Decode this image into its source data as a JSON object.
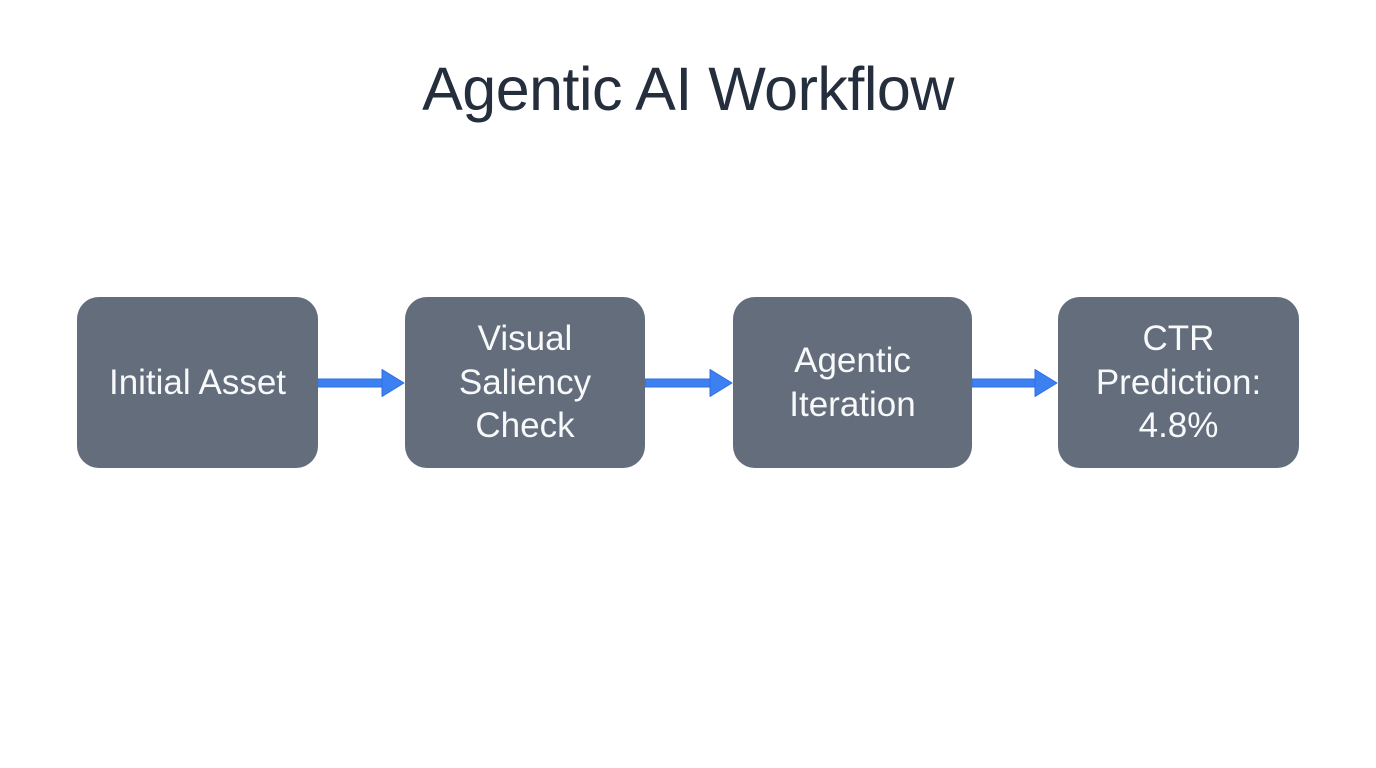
{
  "page": {
    "title": "Agentic AI Workflow"
  },
  "theme": {
    "page_bg": "#ffffff",
    "title_color": "#242e3c",
    "node_fill": "#636d7b",
    "node_text": "#f7f9fa",
    "arrow_fill": "#3d80f2",
    "arrow_stroke": "#2e6fe0"
  },
  "diagram": {
    "type": "flowchart",
    "direction": "left-to-right",
    "nodes": [
      {
        "id": "initial-asset",
        "label": "Initial Asset"
      },
      {
        "id": "visual-saliency-check",
        "label": "Visual Saliency Check"
      },
      {
        "id": "agentic-iteration",
        "label": "Agentic Iteration"
      },
      {
        "id": "ctr-prediction",
        "label": "CTR Prediction: 4.8%"
      }
    ],
    "edges": [
      {
        "from": "initial-asset",
        "to": "visual-saliency-check"
      },
      {
        "from": "visual-saliency-check",
        "to": "agentic-iteration"
      },
      {
        "from": "agentic-iteration",
        "to": "ctr-prediction"
      }
    ]
  }
}
